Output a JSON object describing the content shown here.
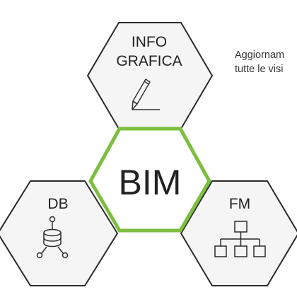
{
  "diagram": {
    "center": {
      "label": "BIM"
    },
    "top": {
      "label_line1": "INFO",
      "label_line2": "GRAFICA",
      "icon": "pen-icon"
    },
    "left": {
      "label": "DB",
      "icon": "database-icon"
    },
    "right": {
      "label": "FM",
      "icon": "org-chart-icon"
    },
    "side_note": {
      "line1": "Aggiornam",
      "line2": "tutte le visi"
    }
  },
  "colors": {
    "center_stroke": "#7cbf3f",
    "outer_fill": "#f5f5f5",
    "outer_stroke": "#2b2b2b"
  }
}
